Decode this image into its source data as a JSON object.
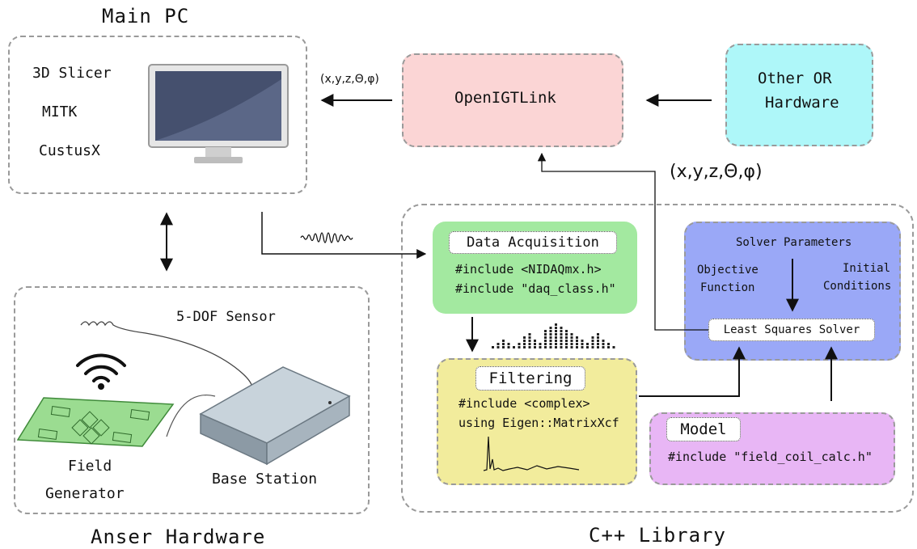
{
  "main_pc": {
    "title": "Main PC",
    "apps": [
      "3D Slicer",
      "MITK",
      "CustusX"
    ]
  },
  "openigtlink": {
    "label": "OpenIGTLink"
  },
  "other_hw": {
    "line1": "Other OR",
    "line2": "Hardware"
  },
  "pose_small": "(x,y,z,Θ,φ)",
  "pose_large": "(x,y,z,Θ,φ)",
  "anser": {
    "title": "Anser Hardware",
    "sensor": "5-DOF Sensor",
    "field_line1": "Field",
    "field_line2": "Generator",
    "base_station": "Base Station"
  },
  "cpp": {
    "title": "C++ Library",
    "daq": {
      "title": "Data Acquisition",
      "code": [
        "#include <NIDAQmx.h>",
        "#include \"daq_class.h\""
      ]
    },
    "filtering": {
      "title": "Filtering",
      "code": [
        "#include <complex>",
        "using Eigen::MatrixXcf"
      ]
    },
    "solver": {
      "params": "Solver Parameters",
      "objective_line1": "Objective",
      "objective_line2": "Function",
      "initial_line1": "Initial",
      "initial_line2": "Conditions",
      "least_squares": "Least Squares Solver"
    },
    "model": {
      "title": "Model",
      "code": "#include \"field_coil_calc.h\""
    }
  },
  "colors": {
    "openigtlink": "#fbd5d5",
    "other_hw": "#aef7f9",
    "daq": "#a3e9a0",
    "filtering": "#f2ec9c",
    "solver": "#9aa8f7",
    "model": "#e8b6f5",
    "border": "#9a9a9a"
  }
}
